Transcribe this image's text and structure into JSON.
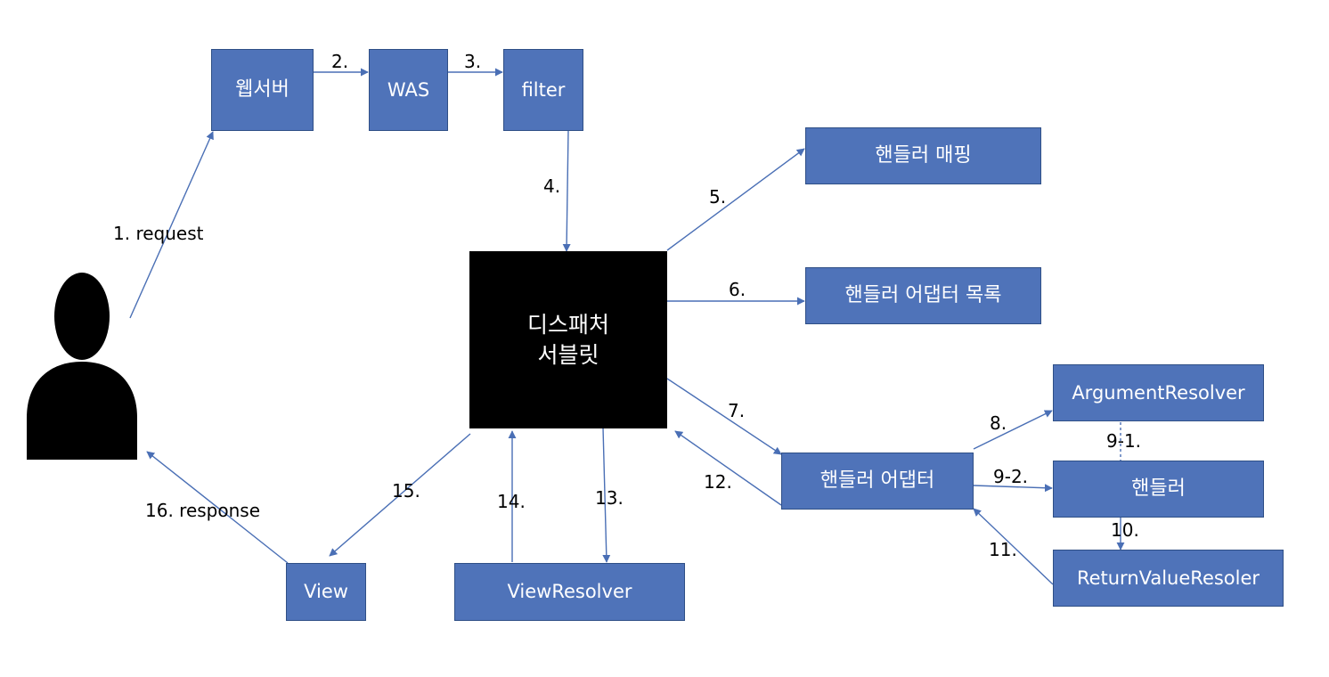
{
  "colors": {
    "box_fill": "#4f73b9",
    "box_border": "#2f4f86",
    "dispatcher_fill": "#000000",
    "arrow": "#4a6fb5",
    "person": "#000000"
  },
  "nodes": {
    "webserver": "웹서버",
    "was": "WAS",
    "filter": "filter",
    "dispatcher_line1": "디스패처",
    "dispatcher_line2": "서블릿",
    "handler_mapping": "핸들러 매핑",
    "handler_adapter_list": "핸들러 어댑터 목록",
    "handler_adapter": "핸들러 어댑터",
    "argument_resolver": "ArgumentResolver",
    "handler": "핸들러",
    "return_value_resolver": "ReturnValueResoler",
    "view": "View",
    "view_resolver": "ViewResolver"
  },
  "steps": {
    "s1": "1. request",
    "s2": "2.",
    "s3": "3.",
    "s4": "4.",
    "s5": "5.",
    "s6": "6.",
    "s7": "7.",
    "s8": "8.",
    "s9_1": "9-1.",
    "s9_2": "9-2.",
    "s10": "10.",
    "s11": "11.",
    "s12": "12.",
    "s13": "13.",
    "s14": "14.",
    "s15": "15.",
    "s16": "16. response"
  }
}
